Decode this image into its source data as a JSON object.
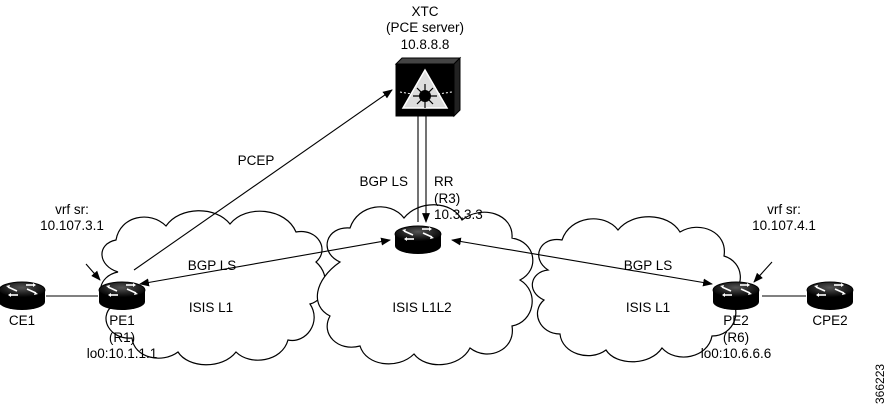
{
  "nodes": {
    "xtc": {
      "name": "XTC",
      "role": "(PCE server)",
      "ip": "10.8.8.8"
    },
    "rr": {
      "name": "RR",
      "id": "(R3)",
      "ip": "10.3.3.3"
    },
    "pe1": {
      "name": "PE1",
      "id": "(R1)",
      "loopback": "lo0:10.1.1.1",
      "vrf_label": "vrf sr:",
      "vrf_ip": "10.107.3.1"
    },
    "pe2": {
      "name": "PE2",
      "id": "(R6)",
      "loopback": "lo0:10.6.6.6",
      "vrf_label": "vrf sr:",
      "vrf_ip": "10.107.4.1"
    },
    "ce1": {
      "name": "CE1"
    },
    "cpe2": {
      "name": "CPE2"
    }
  },
  "links": {
    "pcep": "PCEP",
    "bgp_ls_xtc": "BGP LS",
    "bgp_ls_left": "BGP LS",
    "bgp_ls_right": "BGP LS"
  },
  "domains": {
    "left": "ISIS L1",
    "center": "ISIS L1L2",
    "right": "ISIS L1"
  },
  "figure_id": "366223"
}
